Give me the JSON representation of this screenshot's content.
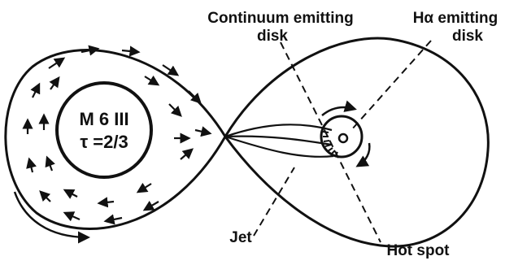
{
  "labels": {
    "continuum_line1": "Continuum emitting",
    "continuum_line2": "disk",
    "halpha_line1": "Hα emitting",
    "halpha_line2": "disk",
    "jet": "Jet",
    "hot_spot": "Hot spot"
  },
  "star": {
    "type": "M 6 III",
    "tau": "τ =2/3"
  },
  "colors": {
    "ink": "#111111",
    "background": "#ffffff"
  },
  "icons": [
    "flow-arrow-icon",
    "rotation-arrow-icon"
  ]
}
